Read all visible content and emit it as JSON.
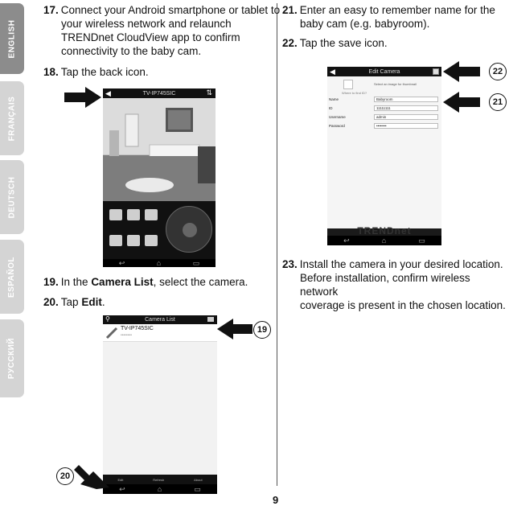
{
  "languages": [
    "ENGLISH",
    "FRANÇAIS",
    "DEUTSCH",
    "ESPAÑOL",
    "РУССКИЙ"
  ],
  "page_number": "9",
  "steps": {
    "s17": {
      "num": "17.",
      "lines": [
        "Connect your Android smartphone or tablet to",
        "your wireless network and relaunch",
        "TRENDnet CloudView app to confirm",
        "connectivity to the baby cam."
      ]
    },
    "s18": {
      "num": "18.",
      "text": "Tap the back icon."
    },
    "s19": {
      "num": "19.",
      "pre": "In the ",
      "bold": "Camera List",
      "post": ", select the camera."
    },
    "s20": {
      "num": "20.",
      "pre": "Tap ",
      "bold": "Edit",
      "post": "."
    },
    "s21": {
      "num": "21.",
      "lines": [
        "Enter an easy to remember name for the",
        "baby cam (e.g. babyroom)."
      ]
    },
    "s22": {
      "num": "22.",
      "text": "Tap the save icon."
    },
    "s23": {
      "num": "23.",
      "lines": [
        "Install the camera in your desired location.",
        "Before installation, confirm wireless network",
        "coverage is present in the chosen location."
      ]
    }
  },
  "callouts": {
    "c19": "19",
    "c20": "20",
    "c21": "21",
    "c22": "22"
  },
  "phone1": {
    "title": "TV-IP745SIC"
  },
  "phone2": {
    "title": "Camera List",
    "item_name": "TV-IP745SIC",
    "item_sub": "••••••••",
    "footer": [
      "Edit",
      "Refresh",
      "About"
    ]
  },
  "phone3": {
    "title": "Edit Camera",
    "hint": "Select an image for thumbnail",
    "subhint": "Where to find ID?",
    "fields": [
      {
        "label": "Name",
        "value": "Babyroom"
      },
      {
        "label": "ID",
        "value": "11111111"
      },
      {
        "label": "Username",
        "value": "admin"
      },
      {
        "label": "Password",
        "value": "••••••••"
      }
    ],
    "logo": "TRENDnet"
  },
  "colors": {
    "tab_active": "#8c8c8c",
    "tab_inactive": "#d4d4d4"
  }
}
